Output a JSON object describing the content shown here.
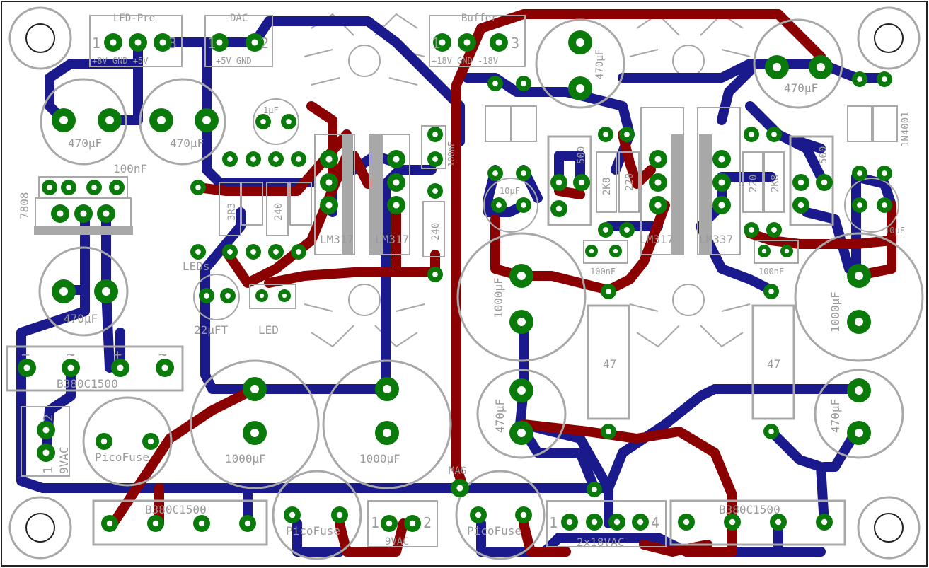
{
  "colors": {
    "top_trace": "#8b0000",
    "bottom_trace": "#1a1a8c",
    "pad": "#0a7a0a",
    "silkscreen": "#a8a8a8",
    "board": "#ffffff"
  },
  "connectors": {
    "led_pre": {
      "title": "LED-Pre",
      "pin1": "1",
      "pin3": "3",
      "pins": "+8V  GND  +5V"
    },
    "dac": {
      "title": "DAC",
      "pin1": "1",
      "pin2": "2",
      "pins": "+5V GND"
    },
    "buffer": {
      "title": "Buffer",
      "pin1": "1",
      "pin3": "3",
      "pins": "+18V GND -18V"
    },
    "in_9vac": {
      "pin1": "1",
      "pin2": "2",
      "label": "9VAC"
    },
    "in_2x18vac": {
      "pin1": "1",
      "pin4": "4",
      "label": "2x18VAC"
    },
    "left_9vac": {
      "pin1": "1",
      "pin2": "2",
      "label": "9VAC"
    }
  },
  "components": {
    "c470_tl1": "470µF",
    "c470_tl2": "470µF",
    "c100n_left": "100nF",
    "reg_7808": "7808",
    "c470_left": "470µF",
    "bridge_left": "B380C1500",
    "picofuse_left": "PicoFuse",
    "c1u": "1µF",
    "r3r3": "3R3",
    "r240a": "240",
    "leds": "LEDs",
    "c22u": "22µFT",
    "led": "LED",
    "lm317a": "LM317",
    "lm317b": "LM317",
    "c100n_mid": "100nF",
    "r240b": "240",
    "c1000_a": "1000µF",
    "c1000_b": "1000µF",
    "bridge_bottom": "B380C1500",
    "picofuse_b1": "PicoFuse",
    "mag": "MAG",
    "picofuse_b2": "PicoFuse",
    "c470_top_mid": "470µF",
    "c470_top_right": "470µF",
    "diode": "1N4001",
    "trim500a": "500",
    "r2k8a": "2K8",
    "r220a": "220",
    "lm317c": "LM317",
    "lm337": "LM337",
    "r220b": "220",
    "r2k8b": "2K8",
    "trim500b": "500",
    "c10u_a": "10µF",
    "c10u_b": "10µF",
    "c100n_r1": "100nF",
    "c100n_r2": "100nF",
    "c1000_c": "1000µF",
    "c1000_d": "1000µF",
    "r47a": "47",
    "r47b": "47",
    "c470_r1": "470µF",
    "c470_r2": "470µF",
    "bridge_right": "B380C1500"
  },
  "bridge_marks": {
    "minus": "−",
    "tilde": "~",
    "plus": "+"
  }
}
